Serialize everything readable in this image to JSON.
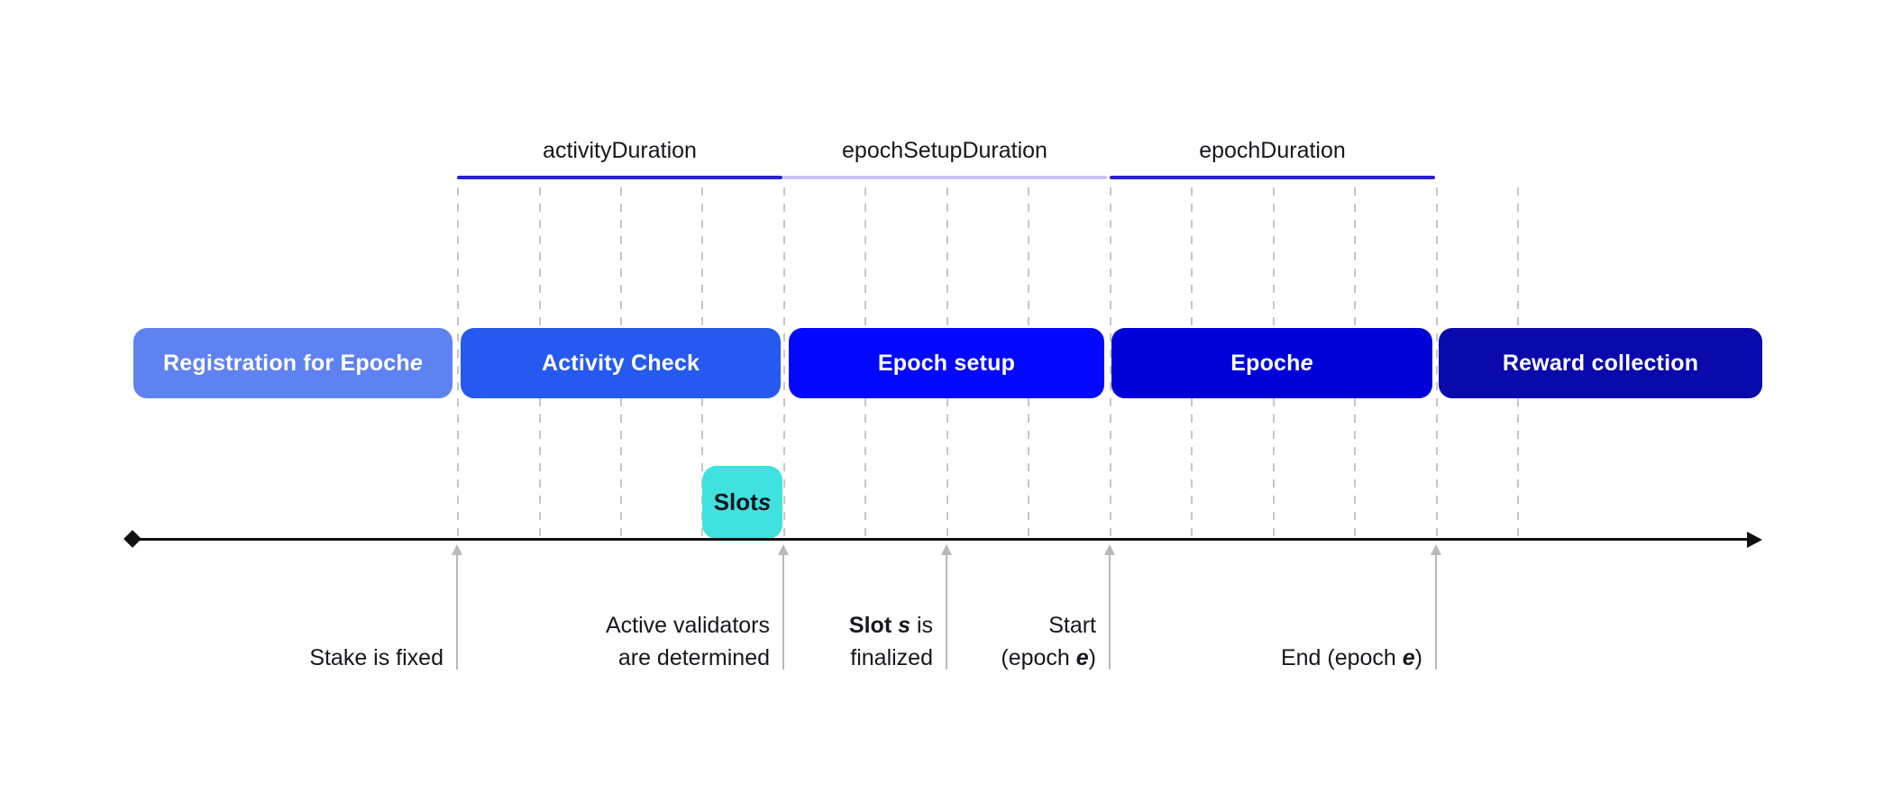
{
  "durations": [
    {
      "label": "activityDuration",
      "line_color": "#2C1FD6"
    },
    {
      "label": "epochSetupDuration",
      "line_color": "#C9C5F4"
    },
    {
      "label": "epochDuration",
      "line_color": "#2C1FD6"
    }
  ],
  "phases": [
    {
      "label": "Registration for Epoch ",
      "emphasis": "e",
      "color": "#5F82F1"
    },
    {
      "label": "Activity Check",
      "emphasis": "",
      "color": "#2659EE"
    },
    {
      "label": "Epoch setup",
      "emphasis": "",
      "color": "#0408FF"
    },
    {
      "label": "Epoch ",
      "emphasis": "e",
      "color": "#0000D8"
    },
    {
      "label": "Reward collection",
      "emphasis": "",
      "color": "#0A09AB"
    }
  ],
  "slot_marker": {
    "label": "Slot ",
    "emphasis": "s",
    "color": "#3FE2DE",
    "text_color": "#15151F"
  },
  "annotations": [
    {
      "line1": "Stake is fixed"
    },
    {
      "line1": "Active validators",
      "line2": "are determined"
    },
    {
      "line1_bold": "Slot ",
      "line1_bold_italic": "s",
      "line1_rest": " is",
      "line2": "finalized"
    },
    {
      "line1": "Start",
      "line2_pre": "(epoch ",
      "line2_emph": "e",
      "line2_post": ")"
    },
    {
      "line1_pre": "End (epoch ",
      "line1_emph": "e",
      "line1_post": ")"
    }
  ],
  "colors": {
    "axis": "#101010",
    "gridline": "#C6C6C6",
    "arrow": "#B9B9B9",
    "text": "#17171D",
    "box_text": "#FFFFFF"
  }
}
